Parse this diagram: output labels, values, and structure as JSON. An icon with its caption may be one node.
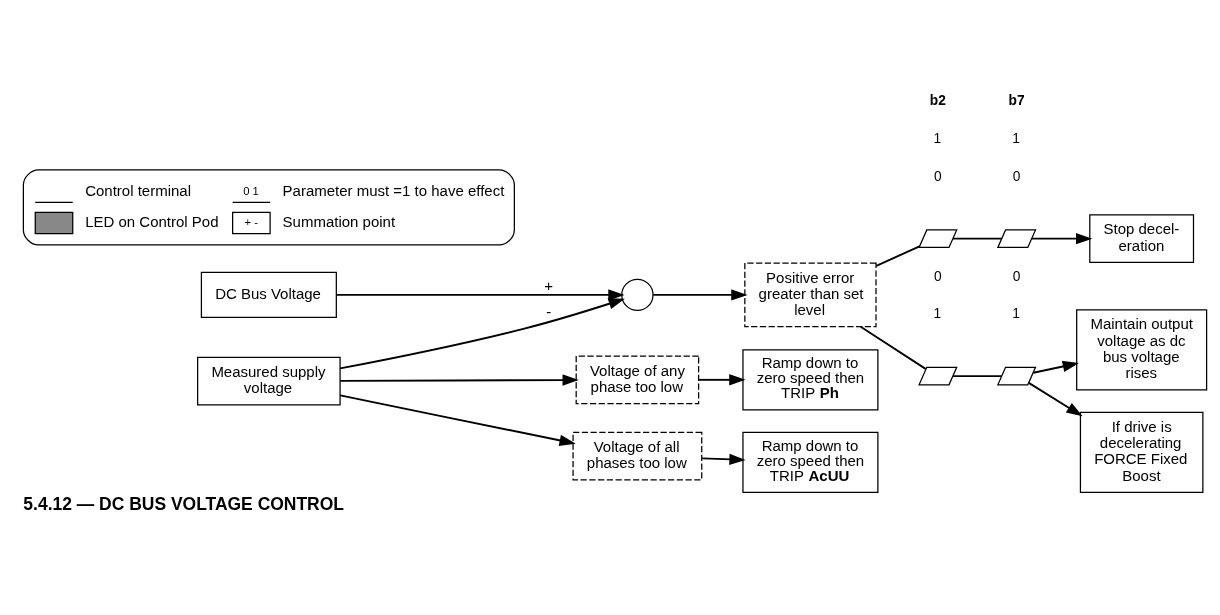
{
  "diagram": {
    "caption": "5.4.12 — DC BUS VOLTAGE CONTROL",
    "nodes": [
      {
        "text": [
          "DC Bus Voltage"
        ]
      },
      {
        "text": [
          "Measured supply voltage"
        ]
      },
      {
        "text": [],
        "shape": "circle"
      },
      {
        "text": [
          "Positive error greater than set level"
        ]
      },
      {
        "text": [
          "Voltage of any phase too low"
        ]
      },
      {
        "text": [
          "Voltage of all phases too low"
        ]
      },
      {
        "text": [
          "Ramp down to zero speed then TRIP **Ph**"
        ]
      },
      {
        "text": [
          "Ramp down to zero speed then TRIP **AcUU**"
        ]
      },
      {
        "text": [],
        "shape": "switch"
      },
      {
        "text": [],
        "shape": "switch"
      },
      {
        "text": [],
        "shape": "switch"
      },
      {
        "text": [],
        "shape": "switch"
      },
      {
        "text": [
          "Stop decel- eration"
        ]
      },
      {
        "text": [
          "Maintain output voltage as dc bus voltage rises"
        ]
      },
      {
        "text": [
          "If drive is decelerating FORCE Fixed Boost"
        ]
      }
    ],
    "edges": [
      {
        "from": 0,
        "to": 2,
        "arrow": "to",
        "label": "+"
      },
      {
        "from": 1,
        "to": 2,
        "arrow": "to",
        "label": "-"
      },
      {
        "from": 1,
        "to": 4,
        "arrow": "to"
      },
      {
        "from": 1,
        "to": 5,
        "arrow": "to"
      },
      {
        "from": 2,
        "to": 3,
        "arrow": "to"
      },
      {
        "from": 4,
        "to": 6,
        "arrow": "to"
      },
      {
        "from": 5,
        "to": 7,
        "arrow": "to"
      },
      {
        "from": 3,
        "to": 8,
        "arrow": "none"
      },
      {
        "from": 8,
        "to": 9,
        "arrow": "none"
      },
      {
        "from": 9,
        "to": 12,
        "arrow": "to"
      },
      {
        "from": 3,
        "to": 10,
        "arrow": "none"
      },
      {
        "from": 10,
        "to": 11,
        "arrow": "none"
      },
      {
        "from": 11,
        "to": 13,
        "arrow": "to"
      },
      {
        "from": 11,
        "to": 14,
        "arrow": "to"
      }
    ],
    "labels": [
      "0",
      "1",
      "+",
      "-",
      "b2",
      "b7",
      "1",
      "0",
      "1",
      "0",
      "0",
      "1",
      "0",
      "1"
    ],
    "legend": [
      {
        "text": "Control terminal"
      },
      {
        "text": "Parameter must =1 to have effect"
      },
      {
        "text": "LED on Control Pod"
      },
      {
        "text": "Summation point"
      }
    ]
  }
}
